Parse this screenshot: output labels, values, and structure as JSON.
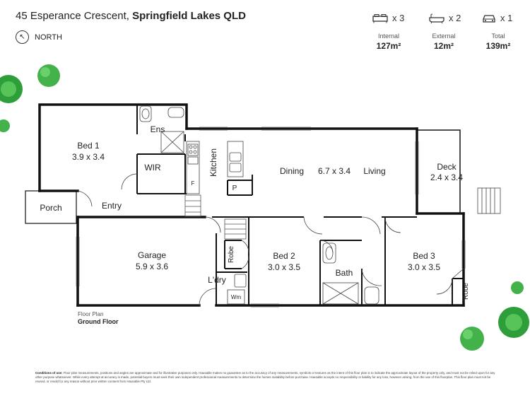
{
  "header": {
    "address": "45 Esperance Crescent",
    "separator": ",",
    "suburb": "Springfield Lakes QLD",
    "north_label": "NORTH"
  },
  "stats": {
    "bedrooms": "x 3",
    "bathrooms": "x 2",
    "cars": "x 1",
    "internal_label": "Internal",
    "internal_value": "127m²",
    "external_label": "External",
    "external_value": "12m²",
    "total_label": "Total",
    "total_value": "139m²"
  },
  "rooms": {
    "bed1_name": "Bed 1",
    "bed1_size": "3.9 x 3.4",
    "ens": "Ens",
    "wir": "WIR",
    "kitchen": "Kitchen",
    "pantry": "P",
    "fridge": "F",
    "dining": "Dining",
    "living_size": "6.7 x 3.4",
    "living": "Living",
    "deck_name": "Deck",
    "deck_size": "2.4 x 3.4",
    "porch": "Porch",
    "entry": "Entry",
    "garage_name": "Garage",
    "garage_size": "5.9 x 3.6",
    "robe": "Robe",
    "laundry": "L'dry",
    "wm": "Wm",
    "bed2_name": "Bed 2",
    "bed2_size": "3.0 x 3.5",
    "bath": "Bath",
    "bed3_name": "Bed 3",
    "bed3_size": "3.0 x 3.5",
    "robe3": "Robe"
  },
  "caption": {
    "line1": "Floor Plan",
    "line2": "Ground Floor"
  },
  "conditions": {
    "heading": "Conditions of use:",
    "text": "Floor plan measurements, positions and angles are approximate and for illustrative purposes only. Hausable makes no guarantee as to the accuracy of any measurements, symbols or textures as the intent of this floor plan is to indicate the approximate layout of the property only, and must not be relied upon for any other purpose whatsoever. While every attempt at accuracy is made, potential buyers must seek their own independent professional measurements to determine the homes suitability before purchase. Hausable accepts no responsibility or liability for any loss, however arising, from the use of this floorplan. This floor plan must not be reused, or resold for any reason without prior written consent from Hausable Pty Ltd."
  },
  "colors": {
    "wall": "#111111",
    "tree_dark": "#2e9e3a",
    "tree_light": "#57c45a"
  }
}
